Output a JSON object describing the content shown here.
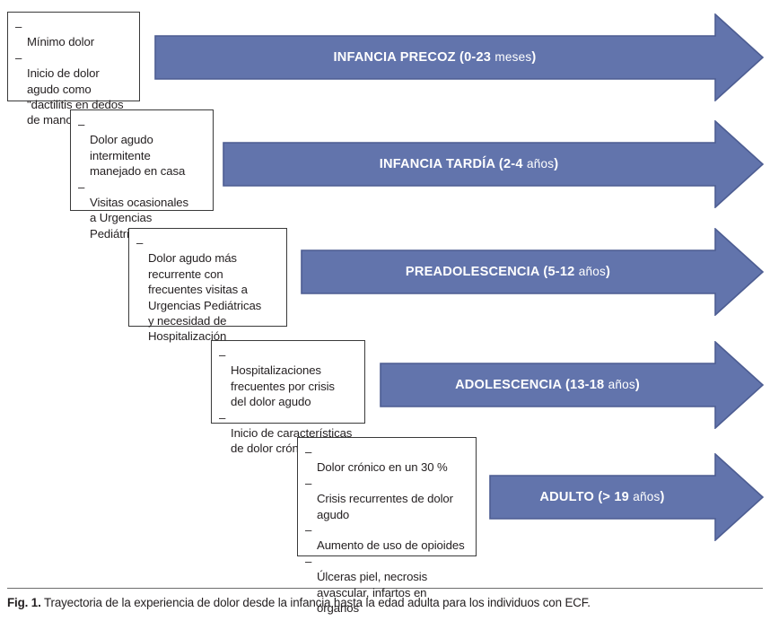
{
  "figure": {
    "colors": {
      "arrow_fill": "#6274ac",
      "arrow_edge": "#4d5d92",
      "box_border": "#3a3a3a",
      "text": "#231f20",
      "rule": "#6d6d6d",
      "background": "#ffffff"
    },
    "caption_label": "Fig. 1.",
    "caption_text": "Trayectoria de la experiencia de dolor desde la infancia hasta la edad adulta para los individuos con ECF."
  },
  "stages": [
    {
      "id": "infancia-precoz",
      "arrow_title": "INFANCIA PRECOZ",
      "arrow_range": "(0-23 ",
      "arrow_range_light": "meses",
      "arrow_range_close": ")",
      "arrow_full_label": "INFANCIA PRECOZ (0-23 meses)",
      "notes": [
        "Mínimo dolor",
        "Inicio de dolor\nagudo como\n\"dactilitis en dedos\nde manos y pies\""
      ]
    },
    {
      "id": "infancia-tardia",
      "arrow_title": "INFANCIA TARDÍA",
      "arrow_range": "(2-4 ",
      "arrow_range_light": "años",
      "arrow_range_close": ")",
      "arrow_full_label": "INFANCIA TARDÍA (2-4 años)",
      "notes": [
        "Dolor agudo\nintermitente\nmanejado en casa",
        "Visitas ocasionales\na Urgencias\nPediátricas"
      ]
    },
    {
      "id": "preadolescencia",
      "arrow_title": "PREADOLESCENCIA",
      "arrow_range": "(5-12 ",
      "arrow_range_light": "años",
      "arrow_range_close": ")",
      "arrow_full_label": "PREADOLESCENCIA (5-12 años)",
      "notes": [
        "Dolor agudo más\nrecurrente con\nfrecuentes visitas a\nUrgencias Pediátricas\ny necesidad de\nHospitalización"
      ]
    },
    {
      "id": "adolescencia",
      "arrow_title": "ADOLESCENCIA",
      "arrow_range": "(13-18 ",
      "arrow_range_light": "años",
      "arrow_range_close": ")",
      "arrow_full_label": "ADOLESCENCIA (13-18 años)",
      "notes": [
        "Hospitalizaciones\nfrecuentes por crisis\ndel dolor agudo",
        "Inicio de características\nde dolor crónico"
      ]
    },
    {
      "id": "adulto",
      "arrow_title": "ADULTO",
      "arrow_range": "(> 19 ",
      "arrow_range_light": "años",
      "arrow_range_close": ")",
      "arrow_full_label": "ADULTO (> 19 años)",
      "notes": [
        "Dolor crónico en un 30 %",
        "Crisis recurrentes de dolor\nagudo",
        "Aumento de uso de opioides",
        "Úlceras piel, necrosis\navascular, infartos en\nórganos"
      ]
    }
  ]
}
